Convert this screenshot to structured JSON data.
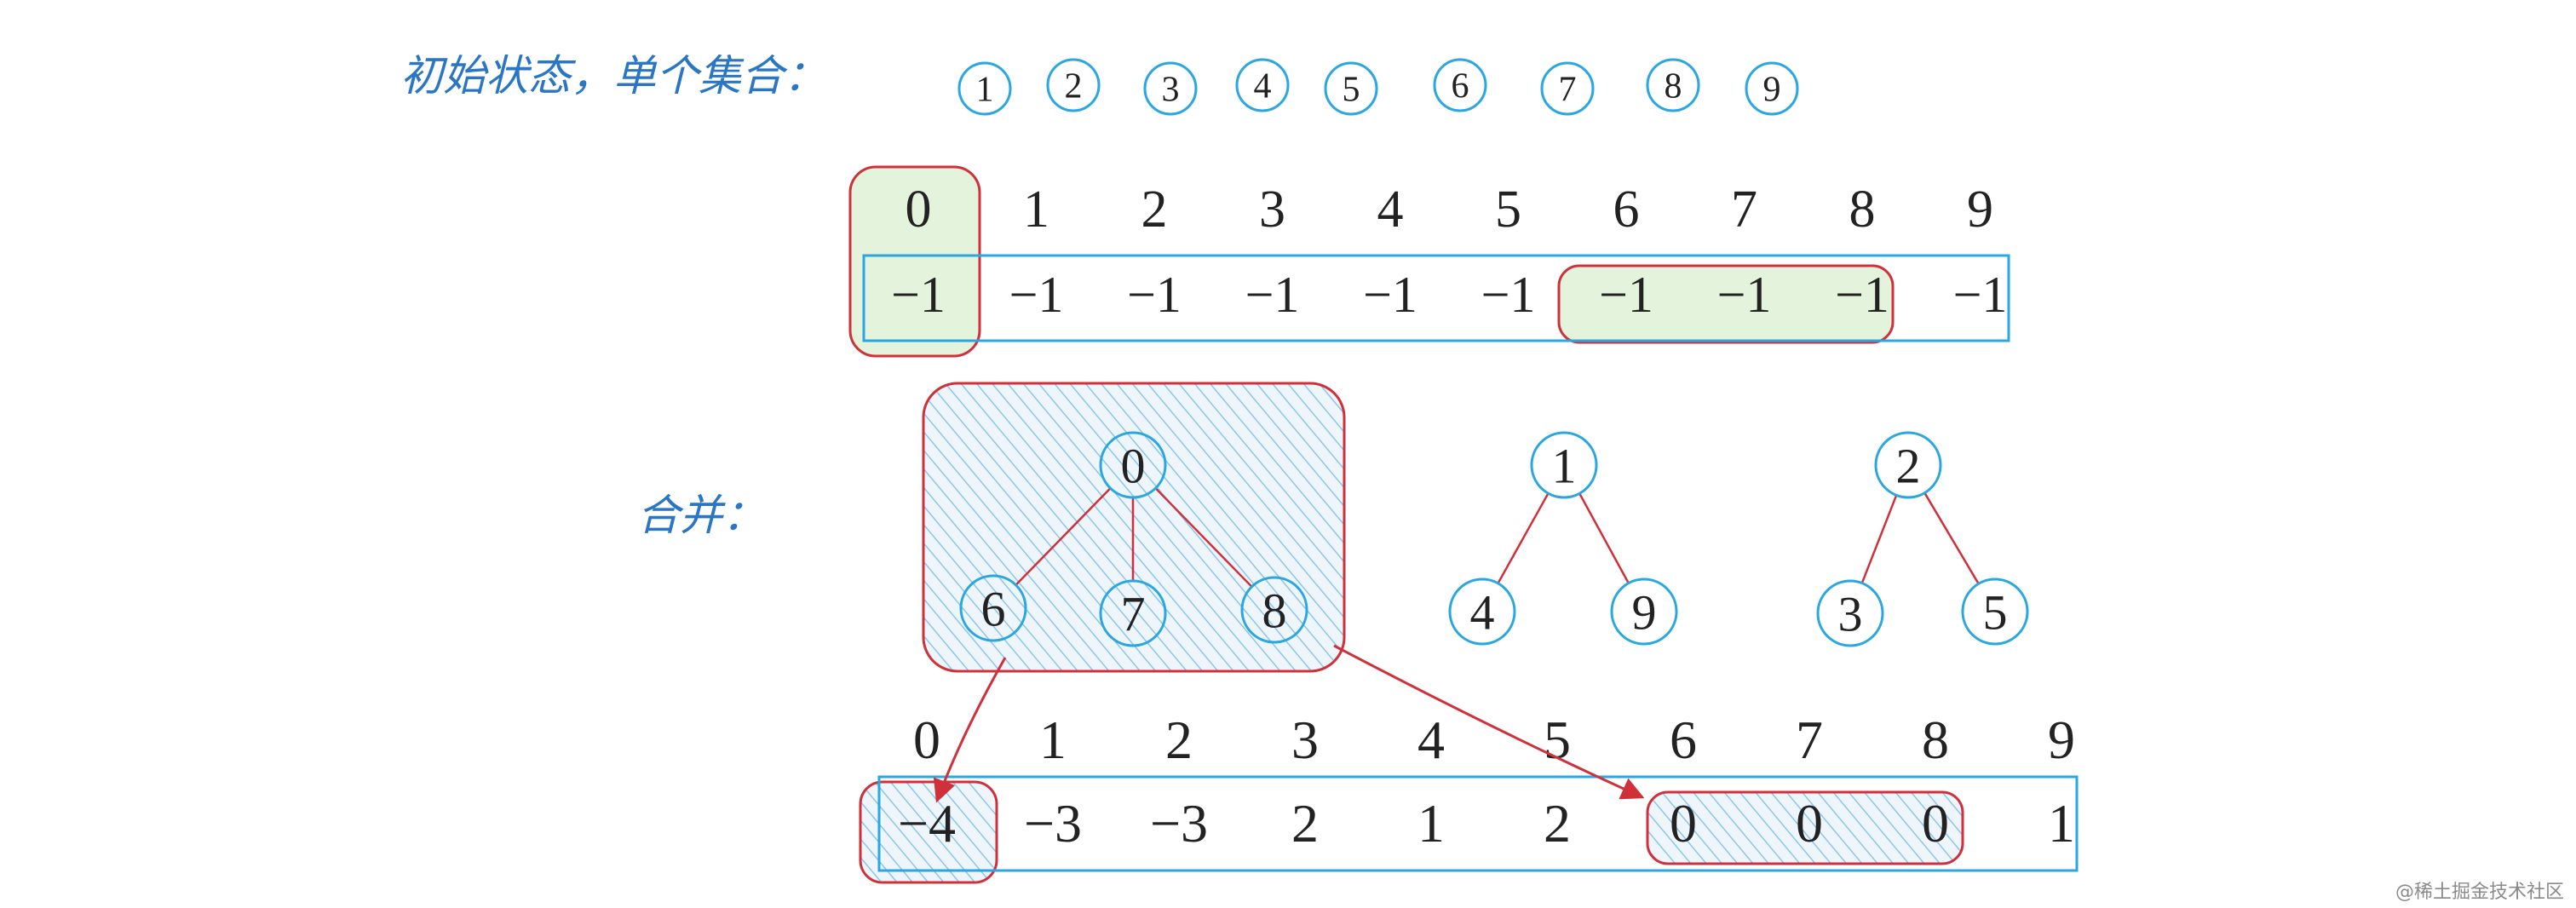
{
  "labels": {
    "initial_state": "初始状态，单个集合：",
    "merge": "合并："
  },
  "initial_nodes": [
    "1",
    "2",
    "3",
    "4",
    "5",
    "6",
    "7",
    "8",
    "9"
  ],
  "array_indices": [
    "0",
    "1",
    "2",
    "3",
    "4",
    "5",
    "6",
    "7",
    "8",
    "9"
  ],
  "initial_values": [
    "−1",
    "−1",
    "−1",
    "−1",
    "−1",
    "−1",
    "−1",
    "−1",
    "−1",
    "−1"
  ],
  "merged_values": [
    "−4",
    "−3",
    "−3",
    "2",
    "1",
    "2",
    "0",
    "0",
    "0",
    "1"
  ],
  "trees": [
    {
      "root": "0",
      "children": [
        "6",
        "7",
        "8"
      ]
    },
    {
      "root": "1",
      "children": [
        "4",
        "9"
      ]
    },
    {
      "root": "2",
      "children": [
        "3",
        "5"
      ]
    }
  ],
  "watermark": "@稀土掘金技术社区",
  "colors": {
    "blue": "#2aa7e0",
    "red": "#d0303a",
    "green_fill": "#e4f3dc",
    "hatch": "#8cc5ec",
    "text": "#222222",
    "label": "#2a76c4"
  }
}
